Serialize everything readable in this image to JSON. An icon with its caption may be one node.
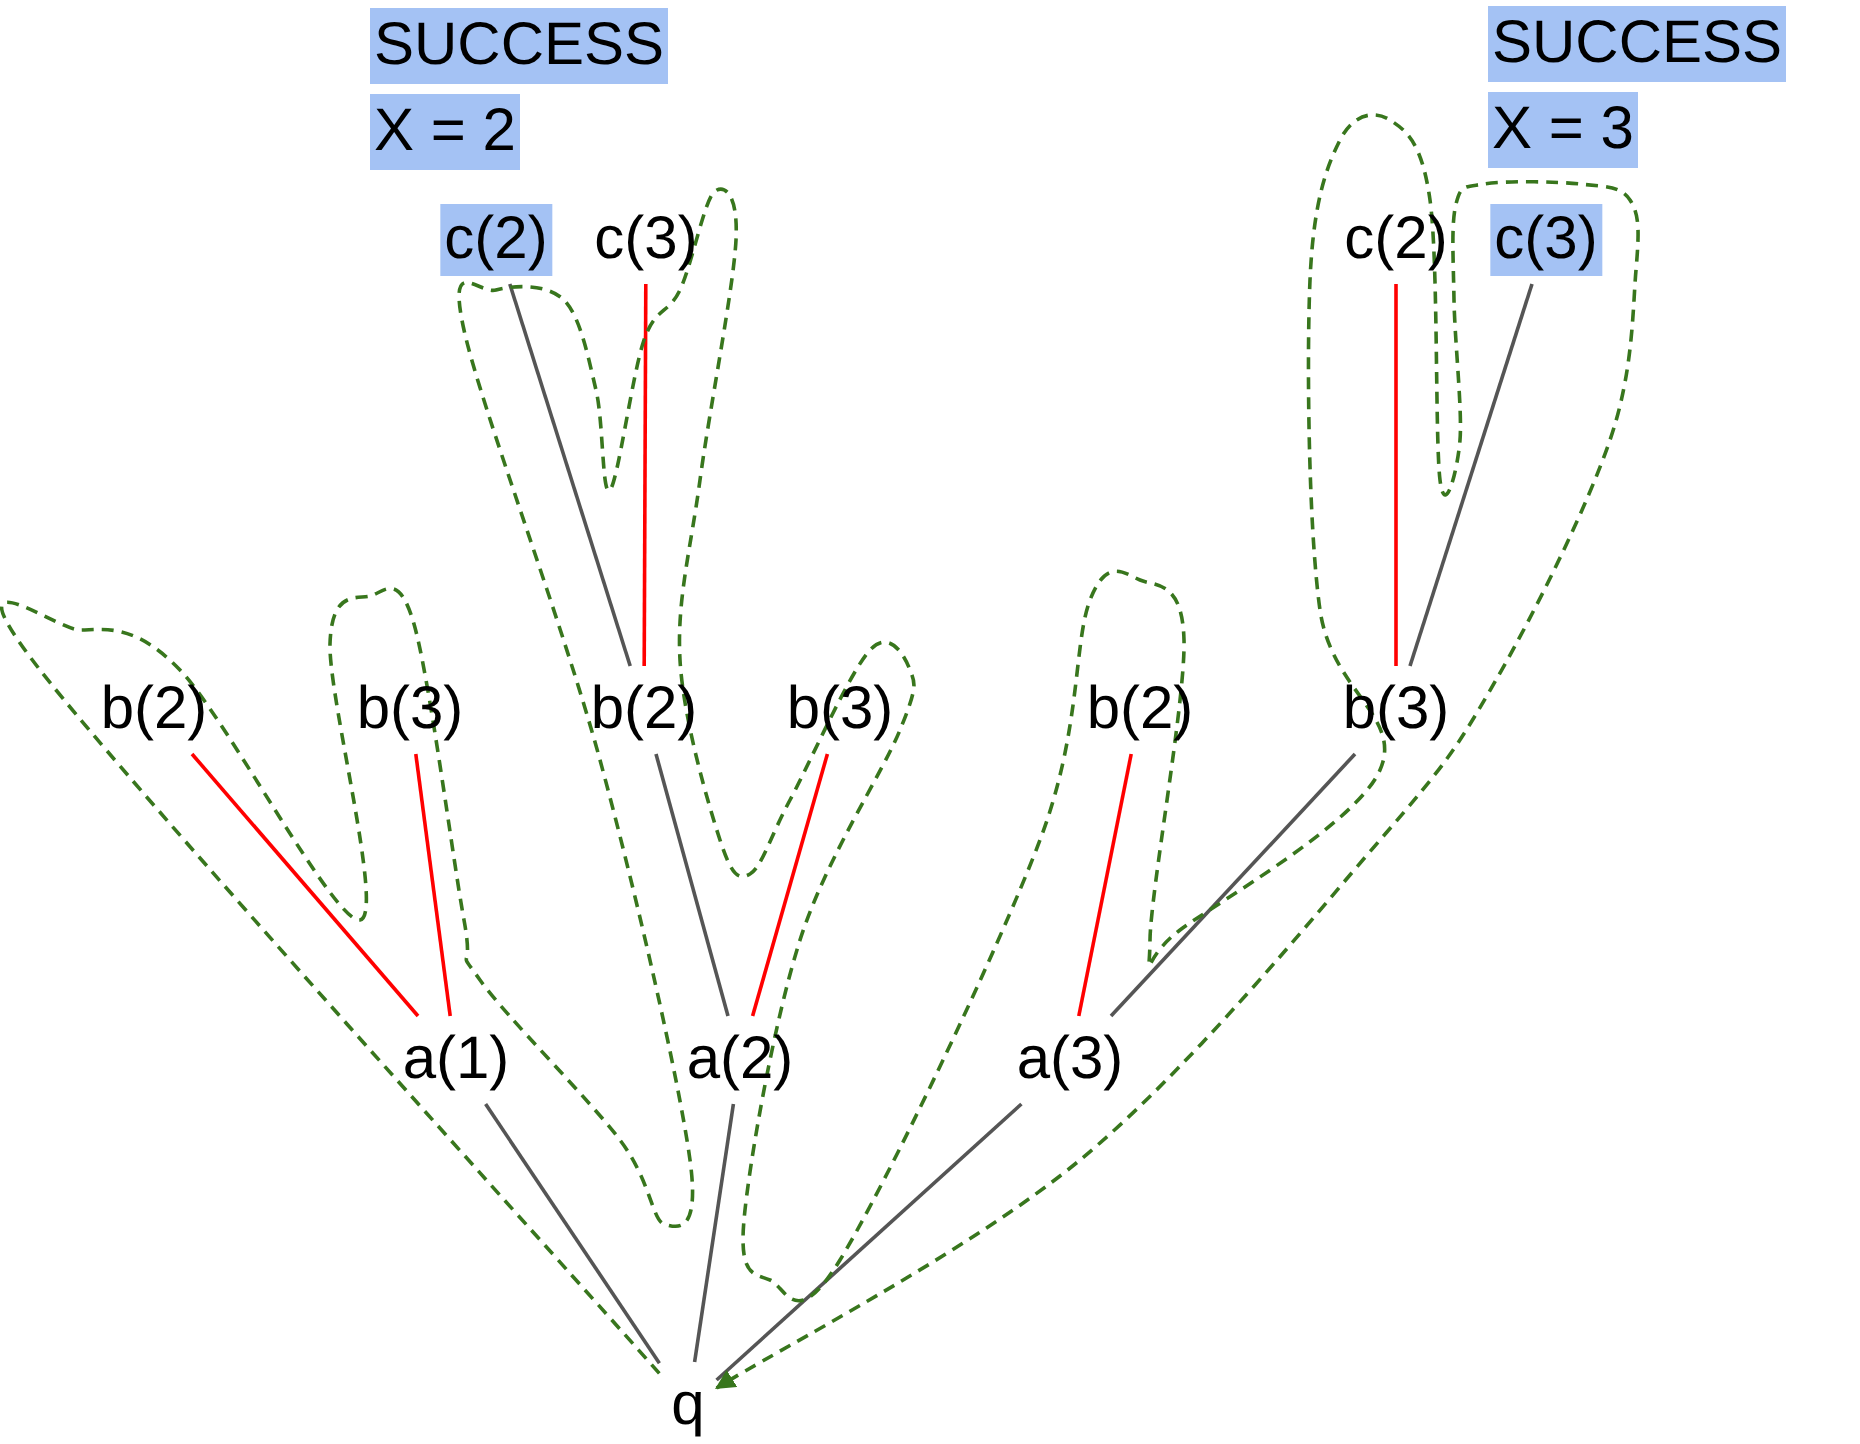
{
  "diagram": {
    "nodes": [
      {
        "text": [
          "q"
        ]
      },
      {
        "text": [
          "a(1)"
        ]
      },
      {
        "text": [
          "a(2)"
        ]
      },
      {
        "text": [
          "a(3)"
        ]
      },
      {
        "text": [
          "b(2)"
        ]
      },
      {
        "text": [
          "b(3)"
        ]
      },
      {
        "text": [
          "b(2)"
        ]
      },
      {
        "text": [
          "b(3)"
        ]
      },
      {
        "text": [
          "b(2)"
        ]
      },
      {
        "text": [
          "b(3)"
        ]
      },
      {
        "text": [
          "c(2)"
        ],
        "beside": [
          "SUCCESS",
          "X = 2"
        ]
      },
      {
        "text": [
          "c(3)"
        ]
      },
      {
        "text": [
          "c(2)"
        ]
      },
      {
        "text": [
          "c(3)"
        ],
        "beside": [
          "SUCCESS",
          "X = 3"
        ]
      }
    ],
    "edges": [
      {
        "from": 0,
        "to": 1,
        "arrow": "none"
      },
      {
        "from": 0,
        "to": 2,
        "arrow": "none"
      },
      {
        "from": 0,
        "to": 3,
        "arrow": "none"
      },
      {
        "from": 1,
        "to": 4,
        "arrow": "none",
        "color": "#ff0000"
      },
      {
        "from": 1,
        "to": 5,
        "arrow": "none",
        "color": "#ff0000"
      },
      {
        "from": 2,
        "to": 6,
        "arrow": "none"
      },
      {
        "from": 2,
        "to": 7,
        "arrow": "none",
        "color": "#ff0000"
      },
      {
        "from": 3,
        "to": 8,
        "arrow": "none",
        "color": "#ff0000"
      },
      {
        "from": 3,
        "to": 9,
        "arrow": "none"
      },
      {
        "from": 6,
        "to": 10,
        "arrow": "none"
      },
      {
        "from": 6,
        "to": 11,
        "arrow": "none",
        "color": "#ff0000"
      },
      {
        "from": 9,
        "to": 12,
        "arrow": "none",
        "color": "#ff0000"
      },
      {
        "from": 9,
        "to": 13,
        "arrow": "none"
      },
      {
        "from": 0,
        "to": 0,
        "arrow": "to",
        "style": "dashed",
        "color": "#38761d"
      }
    ]
  }
}
